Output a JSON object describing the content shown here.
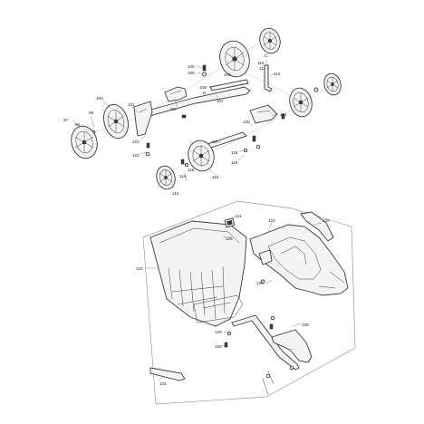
{
  "labels": {
    "l97": "97",
    "l98": "98",
    "l99": "99",
    "l100": "100",
    "l101": "101",
    "l102": "102",
    "l103": "103",
    "l104": "104",
    "l105": "105",
    "l106": "106",
    "l107": "107",
    "l108": "108",
    "l109": "109",
    "l110": "110",
    "l111": "111",
    "l112": "112",
    "l113": "113",
    "l114": "114",
    "l115": "115",
    "l116": "116",
    "l117": "117",
    "l118": "118",
    "l119": "119",
    "l120": "120",
    "l121": "121",
    "l122": "122",
    "l123": "123",
    "l124": "124",
    "l125": "125",
    "l126": "126",
    "l127": "127",
    "l128": "128",
    "l129": "129",
    "l130": "130",
    "l131": "131",
    "lC": "C",
    "lD": "D"
  }
}
